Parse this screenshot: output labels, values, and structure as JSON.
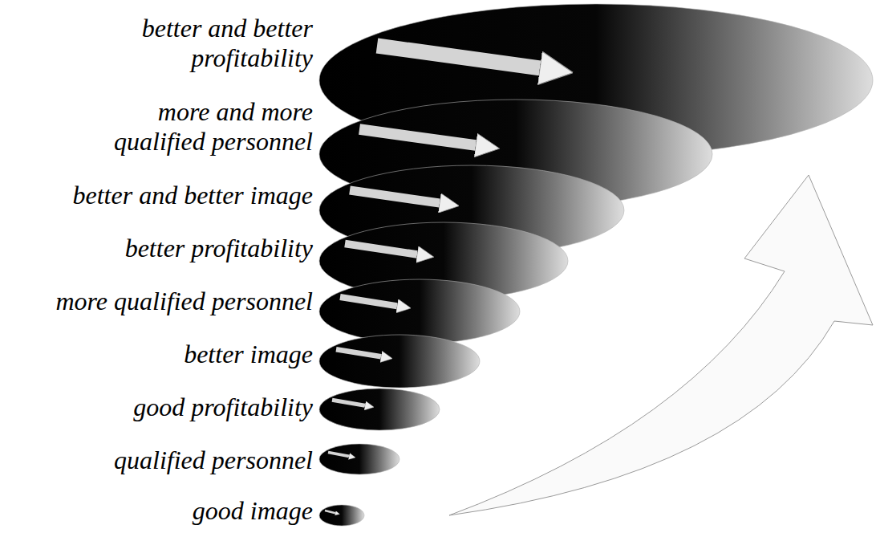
{
  "diagram": {
    "labels": [
      "better and better profitability",
      "more and more qualified personnel",
      "better and better image",
      "better profitability",
      "more qualified personnel",
      "better image",
      "good profitability",
      "qualified personnel",
      "good image"
    ]
  }
}
